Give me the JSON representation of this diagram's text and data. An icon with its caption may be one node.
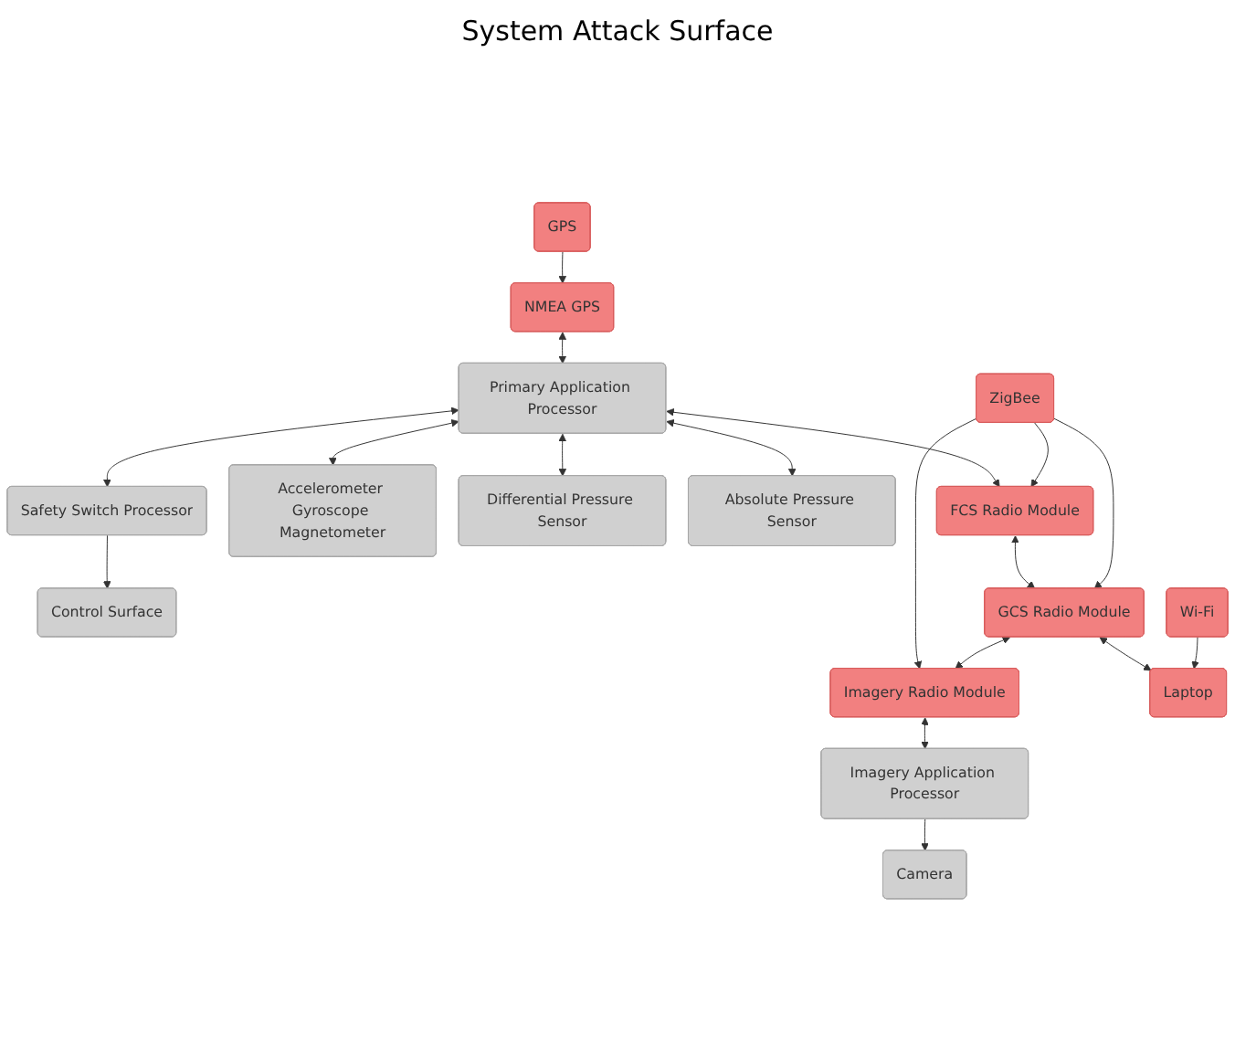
{
  "diagram": {
    "title": "System Attack Surface",
    "nodes": [
      {
        "text": [
          "Control Surface"
        ]
      },
      {
        "text": [
          "Safety Switch Processor"
        ]
      },
      {
        "text": [
          "Accelerometer Gyroscope Magnetometer"
        ]
      },
      {
        "text": [
          "GPS"
        ]
      },
      {
        "text": [
          "NMEA GPS"
        ]
      },
      {
        "text": [
          "Differential Pressure Sensor"
        ]
      },
      {
        "text": [
          "Primary Application Processor"
        ]
      },
      {
        "text": [
          "Absolute Pressure Sensor"
        ]
      },
      {
        "text": [
          "FCS Radio Module"
        ]
      },
      {
        "text": [
          "ZigBee"
        ]
      },
      {
        "text": [
          "GCS Radio Module"
        ]
      },
      {
        "text": [
          "Imagery Radio Module"
        ]
      },
      {
        "text": [
          "Imagery Application Processor"
        ]
      },
      {
        "text": [
          "Laptop"
        ]
      },
      {
        "text": [
          "Camera"
        ]
      },
      {
        "text": [
          "Wi-Fi"
        ]
      }
    ],
    "edges": [
      {
        "from": 3,
        "to": 4,
        "arrow": "to"
      },
      {
        "from": 4,
        "to": 6,
        "arrow": "both"
      },
      {
        "from": 6,
        "to": 2,
        "arrow": "both"
      },
      {
        "from": 6,
        "to": 1,
        "arrow": "both"
      },
      {
        "from": 1,
        "to": 0,
        "arrow": "to"
      },
      {
        "from": 6,
        "to": 5,
        "arrow": "both"
      },
      {
        "from": 6,
        "to": 7,
        "arrow": "both"
      },
      {
        "from": 6,
        "to": 8,
        "arrow": "both"
      },
      {
        "from": 8,
        "to": 10,
        "arrow": "both"
      },
      {
        "from": 9,
        "to": 8,
        "arrow": "to"
      },
      {
        "from": 9,
        "to": 10,
        "arrow": "to"
      },
      {
        "from": 9,
        "to": 11,
        "arrow": "to"
      },
      {
        "from": 10,
        "to": 11,
        "arrow": "both"
      },
      {
        "from": 10,
        "to": 13,
        "arrow": "both"
      },
      {
        "from": 15,
        "to": 13,
        "arrow": "to"
      },
      {
        "from": 11,
        "to": 12,
        "arrow": "both"
      },
      {
        "from": 12,
        "to": 14,
        "arrow": "to"
      }
    ]
  }
}
